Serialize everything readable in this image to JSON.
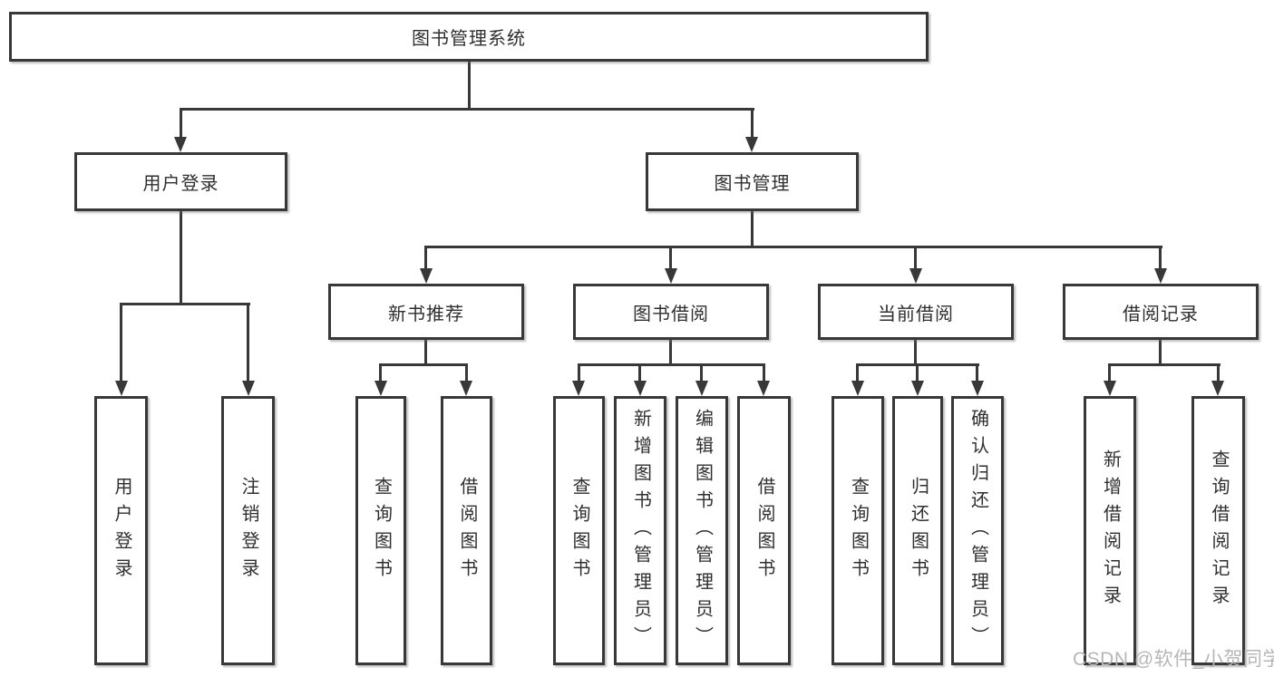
{
  "diagram": {
    "title_box": "图书管理系统",
    "branches": [
      {
        "label": "用户登录",
        "children": [
          {
            "label": "用户登录"
          },
          {
            "label": "注销登录"
          }
        ]
      },
      {
        "label": "图书管理",
        "children": [
          {
            "label": "新书推荐",
            "children": [
              {
                "label": "查询图书"
              },
              {
                "label": "借阅图书"
              }
            ]
          },
          {
            "label": "图书借阅",
            "children": [
              {
                "label": "查询图书"
              },
              {
                "label": "新增图书（管理员）"
              },
              {
                "label": "编辑图书（管理员）"
              },
              {
                "label": "借阅图书"
              }
            ]
          },
          {
            "label": "当前借阅",
            "children": [
              {
                "label": "查询图书"
              },
              {
                "label": "归还图书"
              },
              {
                "label": "确认归还（管理员）"
              }
            ]
          },
          {
            "label": "借阅记录",
            "children": [
              {
                "label": "新增借阅记录"
              },
              {
                "label": "查询借阅记录"
              }
            ]
          }
        ]
      }
    ]
  },
  "watermark": {
    "text": "CSDN @软件_小贺同学"
  },
  "colors": {
    "line": "#383838",
    "box_fill": "#ffffff",
    "text": "#2f2f2f",
    "watermark": "#b6b6b6"
  }
}
